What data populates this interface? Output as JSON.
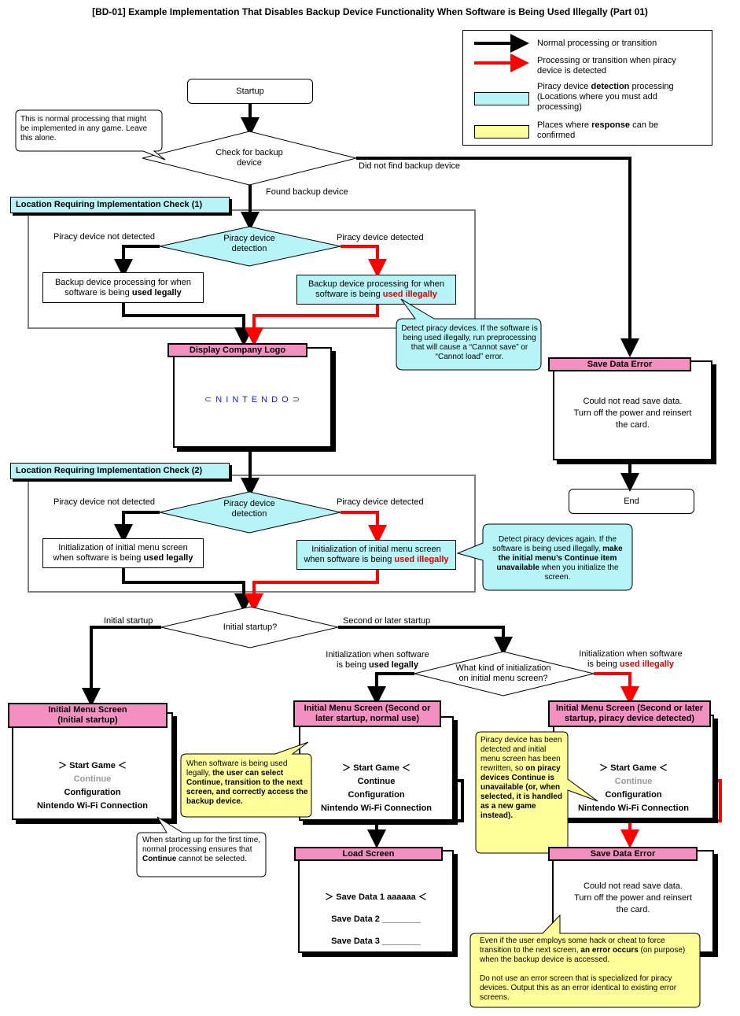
{
  "title": "[BD-01] Example Implementation That Disables Backup Device Functionality When Software is Being Used Illegally (Part 01)",
  "legend": {
    "normal": "Normal processing or transition",
    "piracy_line1": "Processing or transition when piracy",
    "piracy_line2": "device is detected",
    "detection_pre": "Piracy device ",
    "detection_bold": "detection",
    "detection_post": " processing",
    "detection_line2": "(Locations where you must add",
    "detection_line3": "processing)",
    "response_pre": "Places where ",
    "response_bold": "response",
    "response_post": " can be",
    "response_line2": "confirmed",
    "colors": {
      "normal": "#000000",
      "piracy": "#ff0000",
      "detection": "#b7f4f7",
      "response": "#ffff99",
      "header": "#f48fc2"
    }
  },
  "startup": "Startup",
  "callout_normal": "This is normal processing that might be implemented in any game. Leave this alone.",
  "check_backup": {
    "line1": "Check for backup",
    "line2": "device"
  },
  "did_not_find": "Did not find backup device",
  "found_backup": "Found backup device",
  "check1": {
    "label": "Location Requiring Implementation Check (1)",
    "not_detected": "Piracy device not detected",
    "detected": "Piracy device detected",
    "diamond_line1": "Piracy device",
    "diamond_line2": "detection",
    "legal_line1": "Backup device processing for when",
    "legal_pre": "software is being ",
    "legal_bold": "used legally",
    "illegal_line1": "Backup device processing for when",
    "illegal_pre": "software is being ",
    "illegal_bold": "used illegally",
    "callout": "Detect piracy devices. If the software is being used illegally, run preprocessing that will cause a “Cannot save” or “Cannot load” error."
  },
  "logo_screen": {
    "header": "Display Company Logo",
    "logo": "⊂ N I N T E N D O ⊃"
  },
  "save_error_top": {
    "header": "Save Data Error",
    "line1": "Could not read save data.",
    "line2": "Turn off the power and reinsert",
    "line3": "the card."
  },
  "end": "End",
  "check2": {
    "label": "Location Requiring Implementation Check (2)",
    "not_detected": "Piracy device not detected",
    "detected": "Piracy device detected",
    "diamond_line1": "Piracy device",
    "diamond_line2": "detection",
    "legal_line1": "Initialization of initial menu screen",
    "legal_pre": "when software is being ",
    "legal_bold": "used legally",
    "illegal_line1": "Initialization of initial menu screen",
    "illegal_pre": "when software is being ",
    "illegal_bold": "used illegally",
    "callout_line1": "Detect piracy devices again. If the software is being used illegally, ",
    "callout_bold": "make the initial menu’s Continue item unavailable",
    "callout_line2": " when you initialize the screen."
  },
  "initial_startup_q": "Initial startup?",
  "initial_startup": "Initial startup",
  "second_startup": "Second or later startup",
  "what_kind": {
    "line1": "What kind of initialization",
    "line2": "on initial menu screen?"
  },
  "init_legal": {
    "line1": "Initialization when software",
    "pre": "is being ",
    "bold": "used legally"
  },
  "init_illegal": {
    "line1": "Initialization when software",
    "pre": "is being ",
    "bold": "used illegally"
  },
  "menu_initial": {
    "header_line1": "Initial Menu Screen",
    "header_line2": "(Initial startup)",
    "start": "＞ Start Game ＜",
    "continue": "Continue",
    "config": "Configuration",
    "wifi": "Nintendo Wi-Fi Connection",
    "callout_pre": "When starting up for the first time, normal processing ensures that ",
    "callout_bold": "Continue",
    "callout_post": " cannot be selected."
  },
  "menu_second_normal": {
    "header_line1": "Initial Menu Screen (Second or",
    "header_line2": "later startup, normal use)",
    "start": "＞ Start Game ＜",
    "continue": "Continue",
    "config": "Configuration",
    "wifi": "Nintendo Wi-Fi Connection",
    "callout_pre": "When software is being used legally, ",
    "callout_bold": "the user can select Continue, transition to the next screen, and correctly access the backup device."
  },
  "menu_second_piracy": {
    "header_line1": "Initial Menu Screen (Second or later",
    "header_line2": "startup, piracy device detected)",
    "start": "＞ Start Game ＜",
    "continue": "Continue",
    "config": "Configuration",
    "wifi": "Nintendo Wi-Fi Connection",
    "callout_pre": "Piracy device has been detected and initial menu screen has been rewritten, so ",
    "callout_bold": "on piracy devices Continue is unavailable (or, when selected, it is handled as a new game instead)."
  },
  "load_screen": {
    "header": "Load Screen",
    "row1": "＞ Save Data 1 aaaaaa ＜",
    "row2": "Save Data 2 ________",
    "row3": "Save Data 3 ________"
  },
  "save_error_bottom": {
    "header": "Save Data Error",
    "line1": "Could not read save data.",
    "line2": "Turn off the power and reinsert",
    "line3": "the card.",
    "callout_pre": "Even if the user employs some hack or cheat to force transition to the next screen, ",
    "callout_bold": "an error occurs",
    "callout_post": " (on purpose) when the backup device is accessed.",
    "callout_p2": "Do not use an error screen that is specialized for piracy devices. Output this as an error identical to existing error screens."
  }
}
